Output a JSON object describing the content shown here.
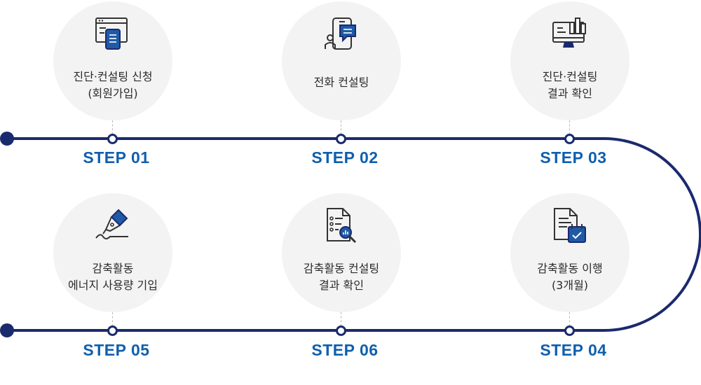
{
  "steps": [
    {
      "step": "STEP 01",
      "label": "진단·컨설팅 신청\n(회원가입)",
      "icon": "web-form-document-icon"
    },
    {
      "step": "STEP 02",
      "label": "전화 컨설팅",
      "icon": "phone-chat-person-icon"
    },
    {
      "step": "STEP 03",
      "label": "진단·컨설팅\n결과 확인",
      "icon": "monitor-bar-chart-icon"
    },
    {
      "step": "STEP 04",
      "label": "감축활동 이행\n(3개월)",
      "icon": "document-calendar-check-icon"
    },
    {
      "step": "STEP 05",
      "label": "감축활동\n에너지 사용량 기입",
      "icon": "fountain-pen-signature-icon"
    },
    {
      "step": "STEP 06",
      "label": "감축활동 컨설팅\n결과 확인",
      "icon": "document-search-chart-icon"
    }
  ],
  "colors": {
    "track": "#1a2a6e",
    "step_text": "#0f5fae",
    "accent": "#1f5aa6"
  }
}
